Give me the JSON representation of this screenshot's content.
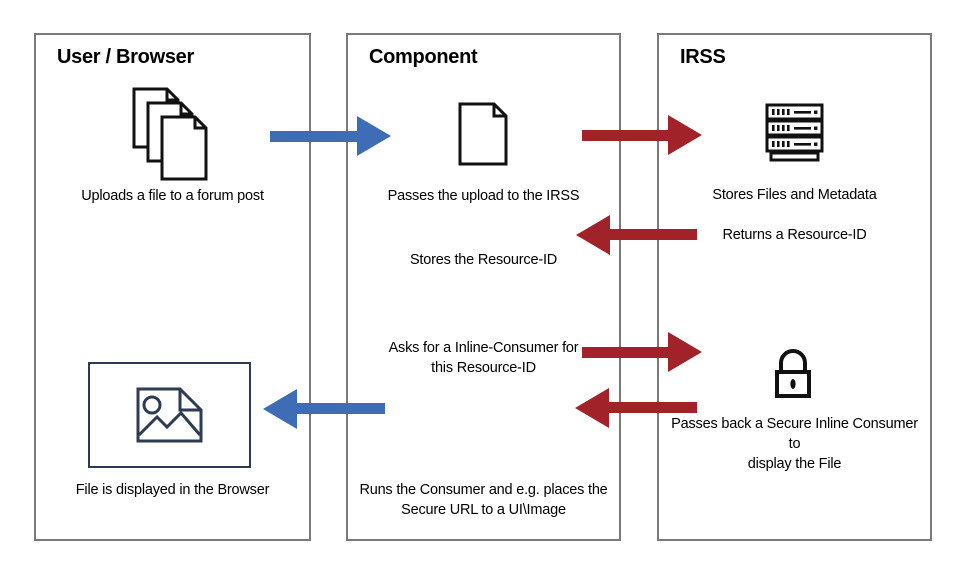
{
  "colors": {
    "arrow_blue": "#3e6db5",
    "arrow_red": "#a12228",
    "column_border": "#7a7a7a",
    "icon_dark_navy": "#2e3b52",
    "icon_black": "#111111"
  },
  "col1": {
    "title": "User / Browser",
    "upload_caption": "Uploads a file to a forum post",
    "display_caption": "File is displayed in the Browser"
  },
  "col2": {
    "title": "Component",
    "passes_caption": "Passes the upload to the IRSS",
    "stores_caption": "Stores the Resource-ID",
    "asks_line1": "Asks for a Inline-Consumer for",
    "asks_line2": "this Resource-ID",
    "runs_line1": "Runs the Consumer and e.g. places the",
    "runs_line2": "Secure URL to a UI\\Image"
  },
  "col3": {
    "title": "IRSS",
    "stores_caption": "Stores Files and Metadata",
    "returns_caption": "Returns a Resource-ID",
    "passes_line1": "Passes back a Secure Inline Consumer to",
    "passes_line2": "display the File"
  },
  "arrows": [
    {
      "id": "upload",
      "from": "user-browser",
      "to": "component",
      "color": "blue",
      "direction": "right"
    },
    {
      "id": "pass-upload",
      "from": "component",
      "to": "irss",
      "color": "red",
      "direction": "right"
    },
    {
      "id": "return-resource-id",
      "from": "irss",
      "to": "component",
      "color": "red",
      "direction": "left"
    },
    {
      "id": "ask-inline-consumer",
      "from": "component",
      "to": "irss",
      "color": "red",
      "direction": "right"
    },
    {
      "id": "pass-secure-consumer",
      "from": "irss",
      "to": "component",
      "color": "red",
      "direction": "left"
    },
    {
      "id": "display-file",
      "from": "component",
      "to": "user-browser",
      "color": "blue",
      "direction": "left"
    }
  ]
}
